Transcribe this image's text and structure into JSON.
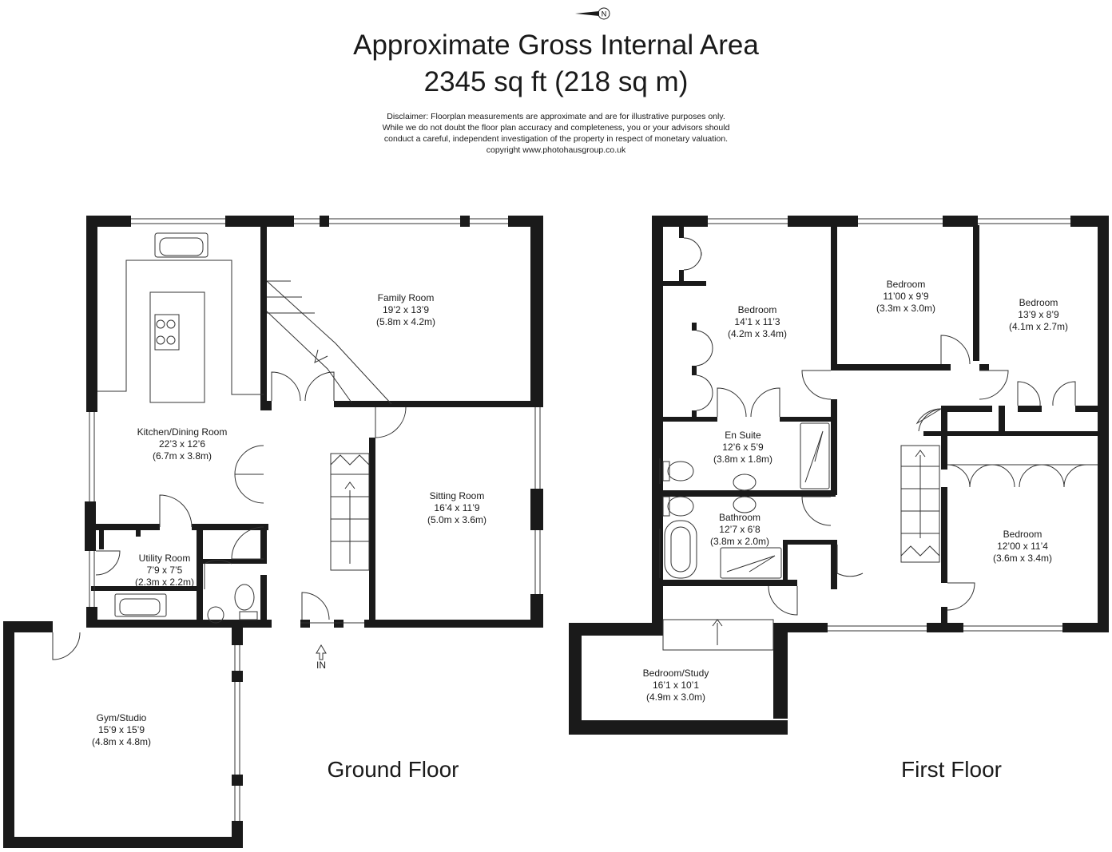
{
  "header": {
    "title_line1": "Approximate Gross Internal Area",
    "title_line2": "2345 sq ft (218 sq m)",
    "disclaimer": [
      "Disclaimer: Floorplan measurements are approximate and are for illustrative purposes only.",
      "While we do not doubt the floor plan accuracy and completeness, you or your advisors should",
      "conduct a careful, independent investigation of the property in respect of monetary valuation.",
      "copyright www.photohausgroup.co.uk"
    ],
    "compass_letter": "N"
  },
  "ground_floor": {
    "label": "Ground Floor",
    "entrance": "IN",
    "rooms": {
      "kitchen": {
        "name": "Kitchen/Dining Room",
        "imperial": "22’3 x 12’6",
        "metric": "(6.7m x 3.8m)"
      },
      "family": {
        "name": "Family Room",
        "imperial": "19’2 x 13’9",
        "metric": "(5.8m x 4.2m)"
      },
      "sitting": {
        "name": "Sitting Room",
        "imperial": "16’4 x 11’9",
        "metric": "(5.0m x 3.6m)"
      },
      "utility": {
        "name": "Utility Room",
        "imperial": "7’9 x 7’5",
        "metric": "(2.3m x 2.2m)"
      },
      "gym": {
        "name": "Gym/Studio",
        "imperial": "15’9 x 15’9",
        "metric": "(4.8m x 4.8m)"
      }
    }
  },
  "first_floor": {
    "label": "First Floor",
    "rooms": {
      "bed1": {
        "name": "Bedroom",
        "imperial": "14’1 x 11’3",
        "metric": "(4.2m x 3.4m)"
      },
      "bed2": {
        "name": "Bedroom",
        "imperial": "11’00 x 9’9",
        "metric": "(3.3m x 3.0m)"
      },
      "bed3": {
        "name": "Bedroom",
        "imperial": "13’9 x 8’9",
        "metric": "(4.1m x 2.7m)"
      },
      "ensuite": {
        "name": "En Suite",
        "imperial": "12’6 x 5’9",
        "metric": "(3.8m x 1.8m)"
      },
      "bathroom": {
        "name": "Bathroom",
        "imperial": "12’7 x 6’8",
        "metric": "(3.8m x 2.0m)"
      },
      "bed4": {
        "name": "Bedroom",
        "imperial": "12’00 x 11’4",
        "metric": "(3.6m x 3.4m)"
      },
      "study": {
        "name": "Bedroom/Study",
        "imperial": "16’1 x 10’1",
        "metric": "(4.9m x 3.0m)"
      }
    }
  },
  "colors": {
    "wall": "#1a1a1a",
    "line": "#333333",
    "background": "#ffffff"
  }
}
